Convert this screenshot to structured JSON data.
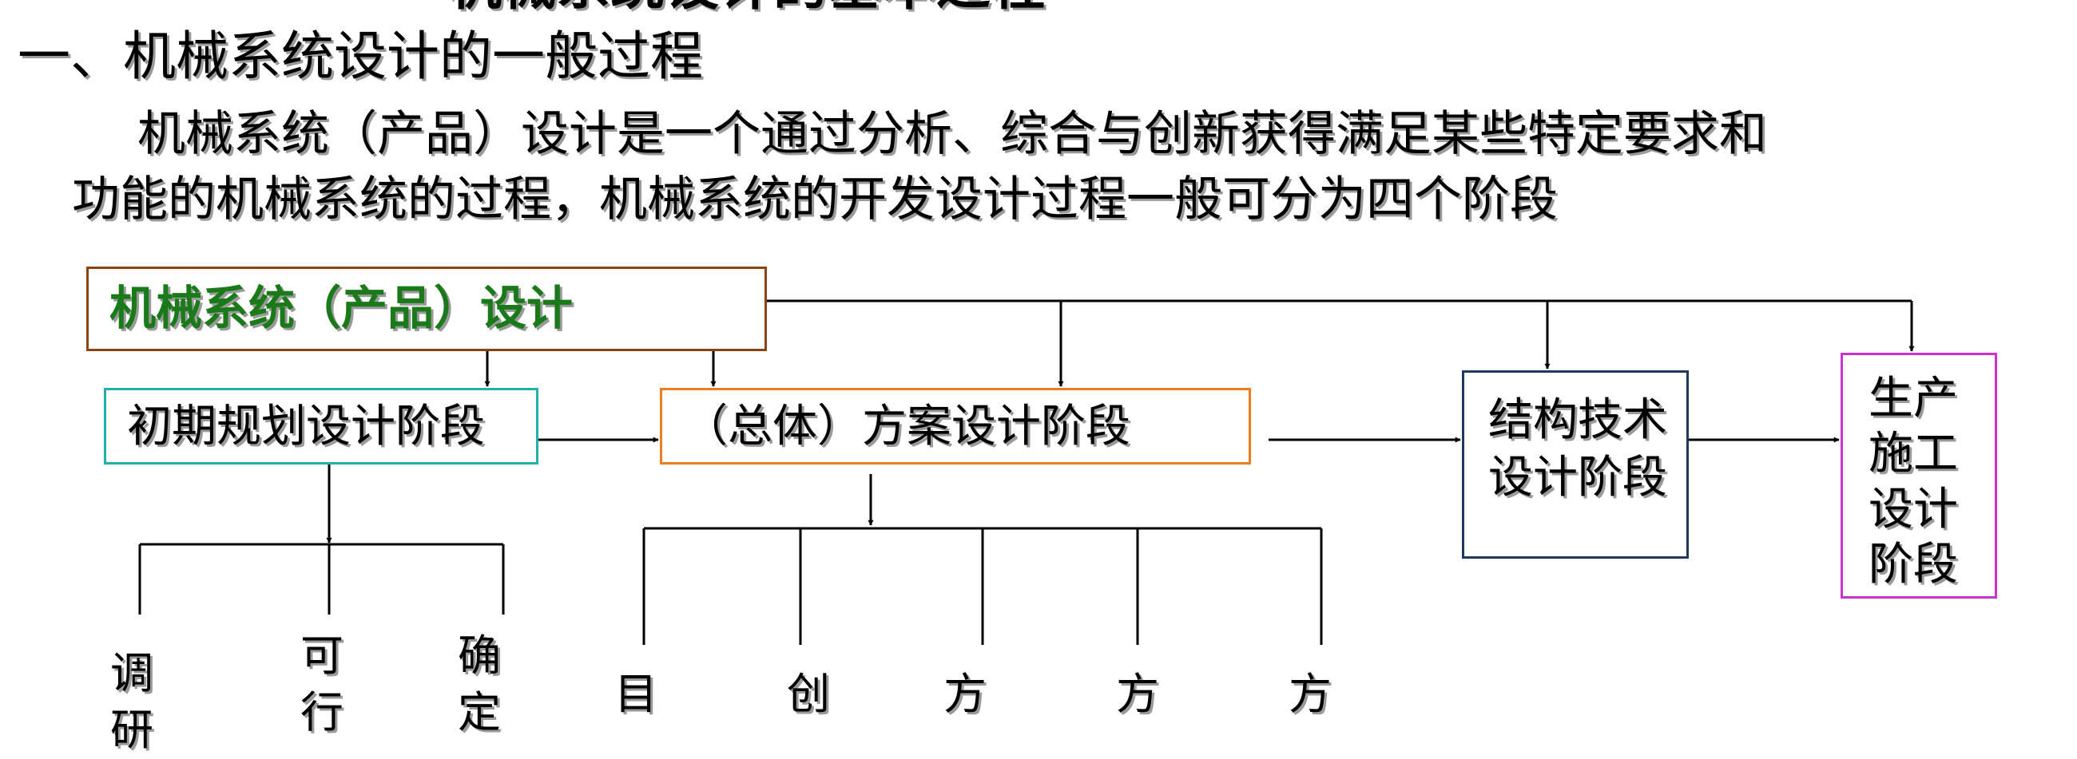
{
  "page_title": "机械系统设计的基本过程",
  "section_heading": "一、机械系统设计的一般过程",
  "intro": {
    "line_1": "机械系统（产品）设计是一个通过分析、综合与创新获得满足某些特定要求和",
    "line_2": "功能的机械系统的过程，机械系统的开发设计过程一般可分为四个阶段"
  },
  "flow": {
    "root": "机械系统（产品）设计",
    "stages": [
      "初期规划设计阶段",
      "（总体）方案设计阶段",
      "结构技术设计阶段",
      "生产\n施工\n设计\n阶段"
    ],
    "stage_1_children": [
      "调\n研",
      "可\n行",
      "确\n定"
    ],
    "stage_2_children": [
      "目",
      "创",
      "方",
      "方",
      "方"
    ]
  },
  "colors": {
    "root_border": "#8b4513",
    "root_text": "#1a7a1a",
    "stage_1_border": "#20b2aa",
    "stage_2_border": "#ee7d1f",
    "stage_3_border": "#1f3864",
    "stage_4_border": "#cc33cc"
  }
}
